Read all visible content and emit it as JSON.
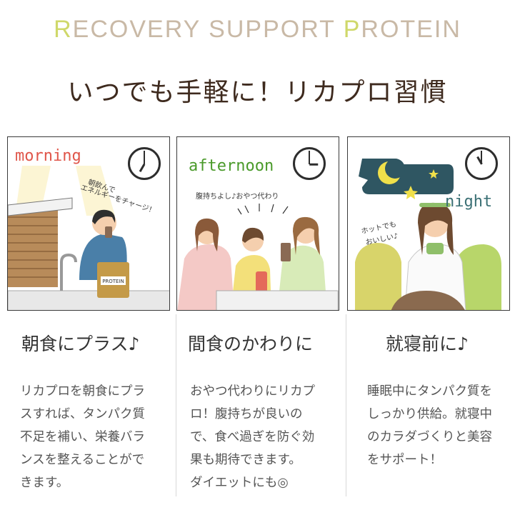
{
  "brand": {
    "part1": "R",
    "part2": "ECOVERY SUPPORT ",
    "part3": "P",
    "part4": "ROTEIN"
  },
  "headline": "いつでも手軽に！リカプロ習慣",
  "colors": {
    "brand_text": "#c9b9a6",
    "brand_accent": "#cfd86a",
    "headline": "#3e2a1e",
    "morning_word": "#e0564a",
    "afternoon_word": "#4a9a2a",
    "night_word": "#3a6f74",
    "night_sky": "#2f5662",
    "star": "#f0e04a"
  },
  "panels": [
    {
      "scene_word": "morning",
      "bubble": [
        "朝飲んで",
        "エネルギーをチャージ！"
      ],
      "package_label": "PROTEIN",
      "clock_icon": "clock-7-icon"
    },
    {
      "scene_word": "afternoon",
      "bubble": [
        "腹持ちよし♪おやつ代わり"
      ],
      "clock_icon": "clock-3-icon"
    },
    {
      "scene_word": "night",
      "bubble": [
        "ホットでも",
        "おいしい♪"
      ],
      "clock_icon": "clock-11-icon",
      "sky_icon": "moon-and-stars-icon"
    }
  ],
  "sections": [
    {
      "title": "朝食にプラス♪",
      "lines": [
        "リカプロを朝食にプラ",
        "スすれば、タンパク質",
        "不足を補い、栄養バラ",
        "ンスを整えることがで",
        "きます。"
      ]
    },
    {
      "title": "間食のかわりに",
      "lines": [
        "おやつ代わりにリカプ",
        "ロ！腹持ちが良いの",
        "で、食べ過ぎを防ぐ効",
        "果も期待できます。",
        "ダイエットにも◎"
      ]
    },
    {
      "title": "就寝前に♪",
      "lines": [
        "睡眠中にタンパク質を",
        "しっかり供給。就寝中",
        "のカラダづくりと美容",
        "をサポート！"
      ]
    }
  ]
}
